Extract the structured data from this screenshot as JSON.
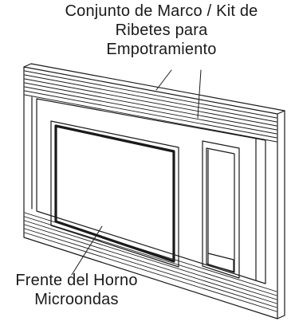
{
  "labels": {
    "trim_kit": [
      "Conjunto de Marco / Kit de",
      "Ribetes para",
      "Empotramiento"
    ],
    "oven_front": [
      "Frente del Horno",
      "Microondas"
    ]
  },
  "colors": {
    "line": "#1a1a1a",
    "background": "#ffffff"
  }
}
